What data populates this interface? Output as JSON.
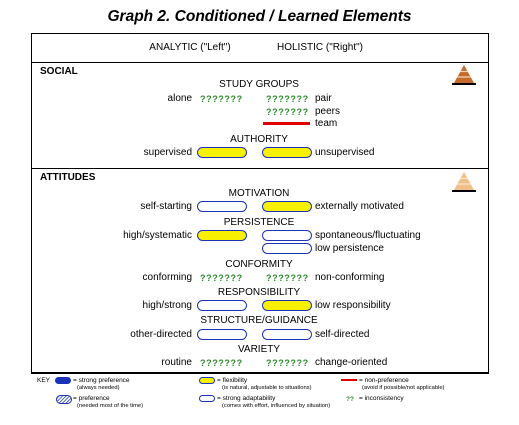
{
  "title": "Graph 2. Conditioned / Learned Elements",
  "header": {
    "left": "ANALYTIC (\"Left\")",
    "right": "HOLISTIC (\"Right\")"
  },
  "social": {
    "label": "SOCIAL",
    "study_groups": {
      "label": "STUDY GROUPS",
      "alone": "alone",
      "pair": "pair",
      "peers": "peers",
      "team": "team",
      "q": "???????"
    },
    "authority": {
      "label": "AUTHORITY",
      "left": "supervised",
      "right": "unsupervised"
    }
  },
  "attitudes": {
    "label": "ATTITUDES",
    "motivation": {
      "label": "MOTIVATION",
      "left": "self-starting",
      "right": "externally motivated"
    },
    "persistence": {
      "label": "PERSISTENCE",
      "left": "high/systematic",
      "right1": "spontaneous/fluctuating",
      "right2": "low persistence"
    },
    "conformity": {
      "label": "CONFORMITY",
      "left": "conforming",
      "right": "non-conforming",
      "q": "???????"
    },
    "responsibility": {
      "label": "RESPONSIBILITY",
      "left": "high/strong",
      "right": "low responsibility"
    },
    "structure": {
      "label": "STRUCTURE/GUIDANCE",
      "left": "other-directed",
      "right": "self-directed"
    },
    "variety": {
      "label": "VARIETY",
      "left": "routine",
      "right": "change-oriented",
      "q": "???????"
    }
  },
  "key": {
    "label": "KEY",
    "strong_pref": "= strong preference",
    "strong_pref_sub": "(always needed)",
    "preference": "= preference",
    "preference_sub": "(needed most of the time)",
    "flexibility": "= flexibility",
    "flexibility_sub": "(is natural, adjustable to situations)",
    "strong_adapt": "= strong adaptability",
    "strong_adapt_sub": "(comes with effort, influenced by situation)",
    "non_pref": "= non-preference",
    "non_pref_sub": "(avoid if possible/not applicable)",
    "inconsistency_sym": "??",
    "inconsistency": "= inconsistency"
  },
  "colors": {
    "pill_border": "#1a33b8",
    "pill_fill": "#f7f000",
    "red": "#e00000",
    "question": "#2e8b2e"
  }
}
